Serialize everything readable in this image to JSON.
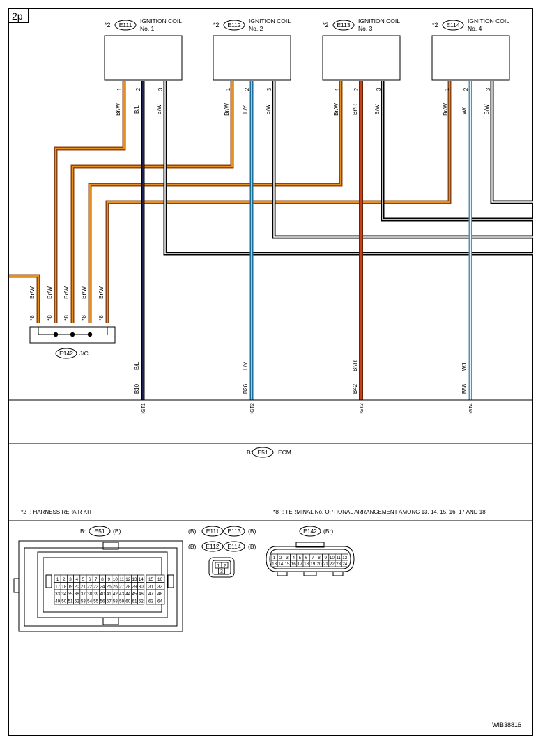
{
  "page_tag": "2p",
  "drawing_id": "WIB38816",
  "colors": {
    "brown": "#8B4513",
    "orange": "#E8901E",
    "blue": "#29A8E0",
    "red": "#B8300A",
    "ltblue": "#9CCBE8",
    "black": "#000000"
  },
  "coils": [
    {
      "star": "*2",
      "connector": "E111",
      "name": "IGNITION COIL",
      "number": "No. 1",
      "pins": [
        "1",
        "2",
        "3"
      ],
      "wire_labels": [
        "Br/W",
        "B/L",
        "B/W"
      ]
    },
    {
      "star": "*2",
      "connector": "E112",
      "name": "IGNITION COIL",
      "number": "No. 2",
      "pins": [
        "1",
        "2",
        "3"
      ],
      "wire_labels": [
        "Br/W",
        "L/Y",
        "B/W"
      ]
    },
    {
      "star": "*2",
      "connector": "E113",
      "name": "IGNITION COIL",
      "number": "No. 3",
      "pins": [
        "1",
        "2",
        "3"
      ],
      "wire_labels": [
        "Br/W",
        "Br/R",
        "B/W"
      ]
    },
    {
      "star": "*2",
      "connector": "E114",
      "name": "IGNITION COIL",
      "number": "No. 4",
      "pins": [
        "1",
        "2",
        "3"
      ],
      "wire_labels": [
        "Br/W",
        "W/L",
        "B/W"
      ]
    }
  ],
  "jc": {
    "connector": "E142",
    "name": "J/C",
    "wire_labels": [
      "Br/W",
      "Br/W",
      "Br/W",
      "Br/W",
      "Br/W"
    ],
    "stars": [
      "*8",
      "*8",
      "*8",
      "*8",
      "*8"
    ]
  },
  "ecm_terminals": [
    {
      "wire": "B/L",
      "pin": "B10",
      "signal": "IGT1"
    },
    {
      "wire": "L/Y",
      "pin": "B26",
      "signal": "IGT2"
    },
    {
      "wire": "Br/R",
      "pin": "B42",
      "signal": "IGT3"
    },
    {
      "wire": "W/L",
      "pin": "B58",
      "signal": "IGT4"
    }
  ],
  "ecm": {
    "prefix": "B:",
    "connector": "E51",
    "name": "ECM"
  },
  "notes": [
    {
      "mark": "*2",
      "text": ": HARNESS REPAIR KIT"
    },
    {
      "mark": "*8",
      "text": ": TERMINAL No. OPTIONAL ARRANGEMENT AMONG 13, 14, 15, 16, 17 AND 18"
    }
  ],
  "connector_views": {
    "ecm": {
      "prefix": "B:",
      "connector": "E51",
      "color": "(B)",
      "rows": [
        [
          "1",
          "2",
          "3",
          "4",
          "5",
          "6",
          "7",
          "8",
          "9",
          "10",
          "11",
          "12",
          "13",
          "14",
          "15",
          "16"
        ],
        [
          "17",
          "18",
          "19",
          "20",
          "21",
          "22",
          "23",
          "24",
          "25",
          "26",
          "27",
          "28",
          "29",
          "30",
          "31",
          "32"
        ],
        [
          "33",
          "34",
          "35",
          "36",
          "37",
          "38",
          "39",
          "40",
          "41",
          "42",
          "43",
          "44",
          "45",
          "46",
          "47",
          "48"
        ],
        [
          "49",
          "50",
          "51",
          "52",
          "53",
          "54",
          "55",
          "56",
          "57",
          "58",
          "59",
          "60",
          "61",
          "62",
          "63",
          "64"
        ]
      ]
    },
    "coil": {
      "color_left_top": "(B)",
      "color_left_bottom": "(B)",
      "connectors": [
        "E111",
        "E113",
        "E112",
        "E114"
      ],
      "color_right_top": "(B)",
      "color_right_bottom": "(B)",
      "pins": [
        "1",
        "2",
        "3"
      ]
    },
    "jc": {
      "connector": "E142",
      "color": "(Br)",
      "rows": [
        [
          "1",
          "2",
          "3",
          "4",
          "5",
          "6",
          "7",
          "8",
          "9",
          "10",
          "11",
          "12"
        ],
        [
          "13",
          "14",
          "15",
          "16",
          "17",
          "18",
          "19",
          "20",
          "21",
          "22",
          "23",
          "24"
        ]
      ]
    }
  }
}
